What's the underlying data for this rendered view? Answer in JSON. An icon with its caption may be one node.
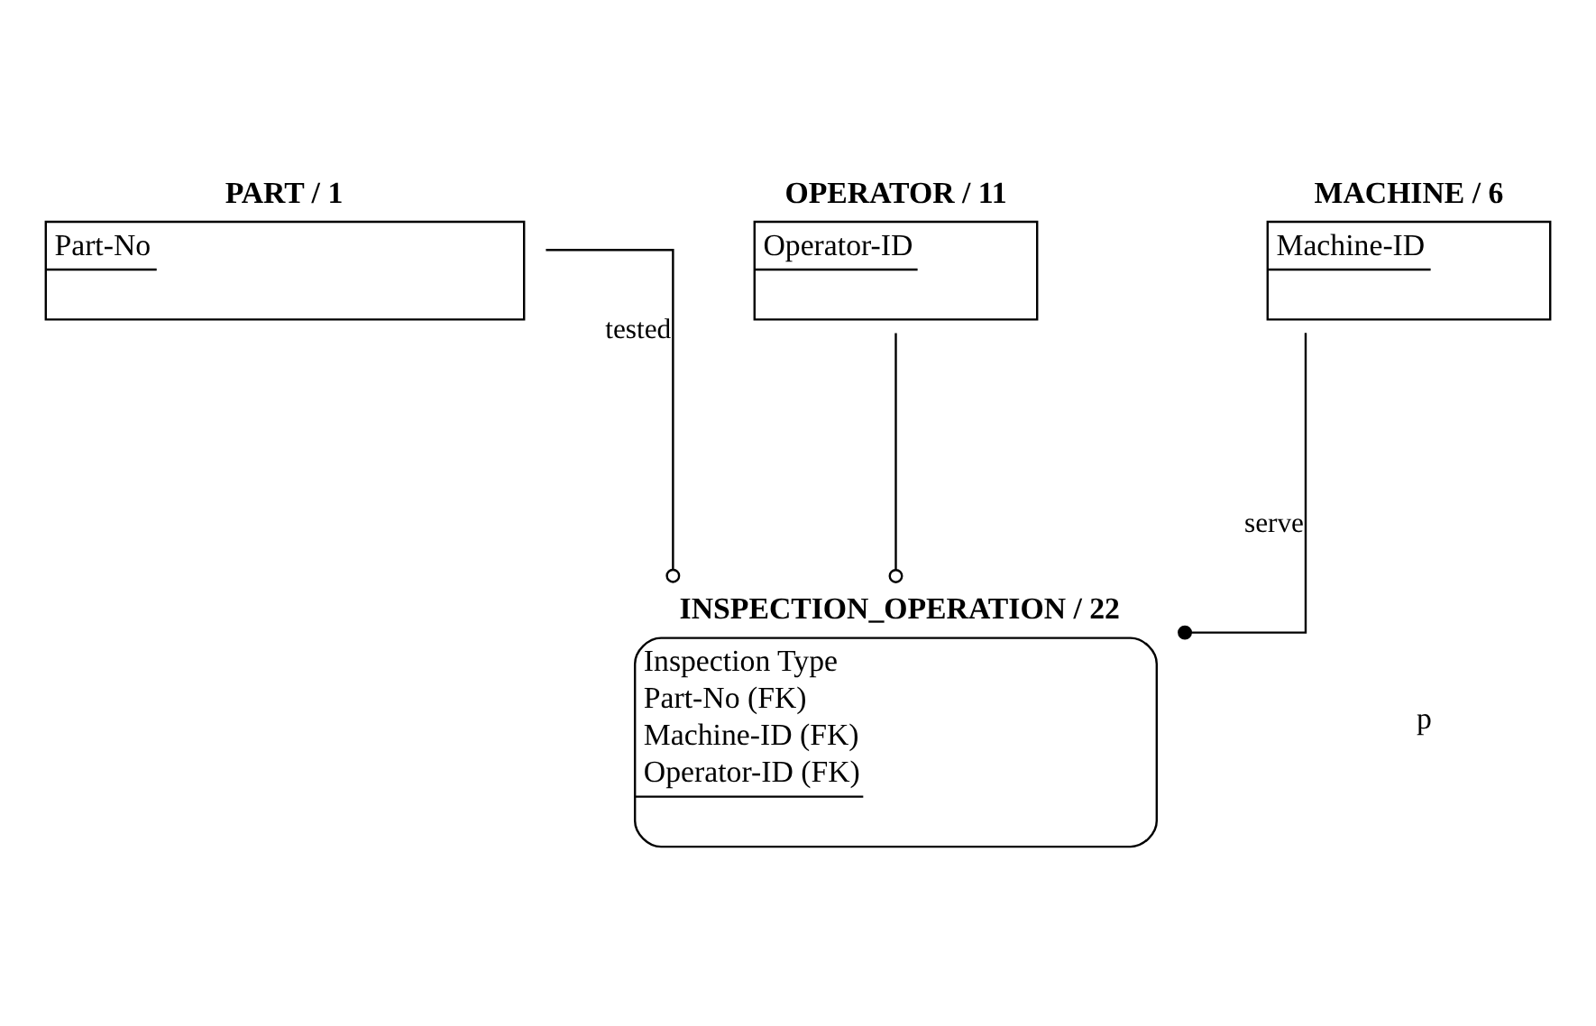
{
  "diagram": {
    "nodes": [
      {
        "text": [
          "PART / 1",
          "Part-No"
        ]
      },
      {
        "text": [
          "OPERATOR / 11",
          "Operator-ID"
        ]
      },
      {
        "text": [
          "MACHINE / 6",
          "Machine-ID"
        ]
      },
      {
        "text": [
          "INSPECTION_OPERATION / 22",
          "Inspection Type",
          "Part-No (FK)",
          "Machine-ID (FK)",
          "Operator-ID (FK)"
        ]
      }
    ],
    "edges": [
      {
        "from": 0,
        "to": 3,
        "arrow": "other",
        "label": "tested"
      },
      {
        "from": 1,
        "to": 3,
        "arrow": "other"
      },
      {
        "from": 2,
        "to": 3,
        "arrow": "other",
        "label": "serve"
      }
    ],
    "labels": [
      "p"
    ]
  }
}
